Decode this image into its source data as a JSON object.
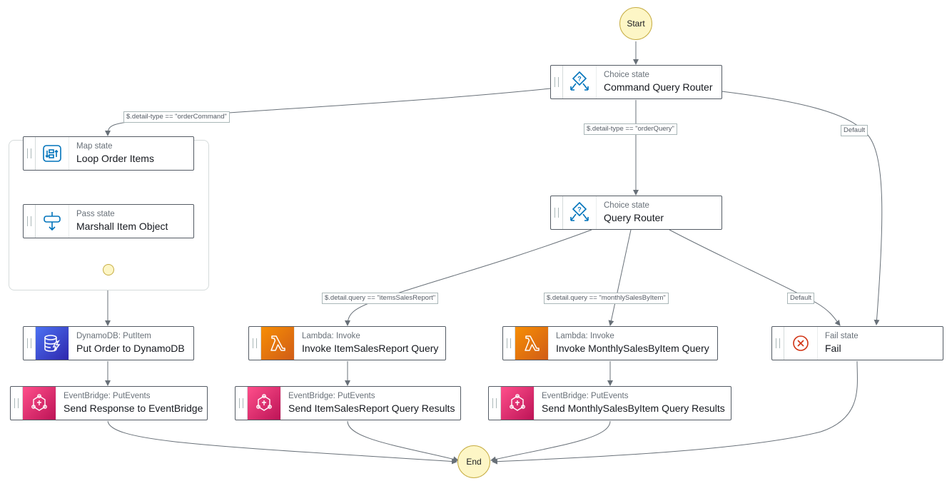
{
  "start": {
    "label": "Start"
  },
  "end": {
    "label": "End"
  },
  "states": {
    "command_router": {
      "type": "Choice state",
      "name": "Command Query Router",
      "icon": "choice-icon"
    },
    "loop_order_items": {
      "type": "Map state",
      "name": "Loop Order Items",
      "icon": "map-icon"
    },
    "marshall_item": {
      "type": "Pass state",
      "name": "Marshall Item Object",
      "icon": "pass-icon"
    },
    "query_router": {
      "type": "Choice state",
      "name": "Query Router",
      "icon": "choice-icon"
    },
    "put_order": {
      "type": "DynamoDB: PutItem",
      "name": "Put Order to DynamoDB",
      "icon": "dynamodb-icon"
    },
    "invoke_items_sales": {
      "type": "Lambda: Invoke",
      "name": "Invoke ItemSalesReport Query",
      "icon": "lambda-icon"
    },
    "invoke_monthly_sales": {
      "type": "Lambda: Invoke",
      "name": "Invoke MonthlySalesByItem Query",
      "icon": "lambda-icon"
    },
    "fail": {
      "type": "Fail state",
      "name": "Fail",
      "icon": "fail-icon"
    },
    "send_response": {
      "type": "EventBridge: PutEvents",
      "name": "Send Response to EventBridge",
      "icon": "eventbridge-icon"
    },
    "send_items_sales_results": {
      "type": "EventBridge: PutEvents",
      "name": "Send ItemSalesReport Query Results",
      "icon": "eventbridge-icon"
    },
    "send_monthly_sales_results": {
      "type": "EventBridge: PutEvents",
      "name": "Send MonthlySalesByItem Query Results",
      "icon": "eventbridge-icon"
    }
  },
  "edge_labels": {
    "order_command": "$.detail-type == \"orderCommand\"",
    "order_query": "$.detail-type == \"orderQuery\"",
    "default_top": "Default",
    "items_sales_report": "$.detail.query == \"itemsSalesReport\"",
    "monthly_sales_by_item": "$.detail.query == \"monthlySalesByItem\"",
    "default_query": "Default"
  },
  "colors": {
    "edge": "#687078",
    "choice_icon": "#0073bb",
    "lambda": "#e7730e",
    "eventbridge": "#e7157b",
    "dynamodb": "#3b48cc",
    "fail": "#d13212",
    "terminal_fill": "#fdf6c6"
  }
}
